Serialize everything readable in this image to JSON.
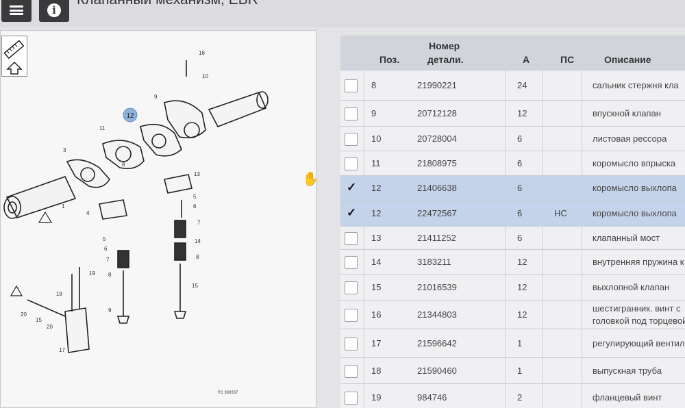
{
  "header": {
    "menu_icon": "hamburger-icon",
    "info_icon": "info-icon",
    "info_glyph": "i",
    "title": "Клапанный механизм, EBR"
  },
  "diagram": {
    "reference": "R1 369337",
    "callouts": [
      "16",
      "10",
      "12",
      "9",
      "11",
      "3",
      "8",
      "13",
      "4",
      "5",
      "6",
      "7",
      "14",
      "1",
      "8",
      "15",
      "6",
      "5",
      "7",
      "8",
      "9",
      "19",
      "18",
      "20",
      "15",
      "20",
      "17"
    ]
  },
  "table": {
    "headers": {
      "pos": "Поз.",
      "part_number_line1": "Номер",
      "part_number_line2": "детали.",
      "a": "A",
      "ps": "ПС",
      "description": "Описание"
    },
    "rows": [
      {
        "checked": false,
        "pos": "8",
        "part": "21990221",
        "a": "24",
        "ps": "",
        "desc": "сальник стержня кла"
      },
      {
        "checked": false,
        "pos": "9",
        "part": "20712128",
        "a": "12",
        "ps": "",
        "desc": "впускной клапан"
      },
      {
        "checked": false,
        "pos": "10",
        "part": "20728004",
        "a": "6",
        "ps": "",
        "desc": "листовая рессора"
      },
      {
        "checked": false,
        "pos": "11",
        "part": "21808975",
        "a": "6",
        "ps": "",
        "desc": "коромысло впрыска"
      },
      {
        "checked": true,
        "pos": "12",
        "part": "21406638",
        "a": "6",
        "ps": "",
        "desc": "коромысло выхлопа"
      },
      {
        "checked": true,
        "pos": "12",
        "part": "22472567",
        "a": "6",
        "ps": "НС",
        "desc": "коромысло выхлопа"
      },
      {
        "checked": false,
        "pos": "13",
        "part": "21411252",
        "a": "6",
        "ps": "",
        "desc": "клапанный мост"
      },
      {
        "checked": false,
        "pos": "14",
        "part": "3183211",
        "a": "12",
        "ps": "",
        "desc": "внутренняя пружина к"
      },
      {
        "checked": false,
        "pos": "15",
        "part": "21016539",
        "a": "12",
        "ps": "",
        "desc": "выхлопной клапан"
      },
      {
        "checked": false,
        "pos": "16",
        "part": "21344803",
        "a": "12",
        "ps": "",
        "desc": "шестигранник. винт с",
        "desc2": "головкой под торцевой"
      },
      {
        "checked": false,
        "pos": "17",
        "part": "21596642",
        "a": "1",
        "ps": "",
        "desc": "регулирующий вентиль"
      },
      {
        "checked": false,
        "pos": "18",
        "part": "21590460",
        "a": "1",
        "ps": "",
        "desc": "выпускная труба"
      },
      {
        "checked": false,
        "pos": "19",
        "part": "984746",
        "a": "2",
        "ps": "",
        "desc": "фланцевый винт"
      }
    ],
    "check_glyph": "✓"
  }
}
